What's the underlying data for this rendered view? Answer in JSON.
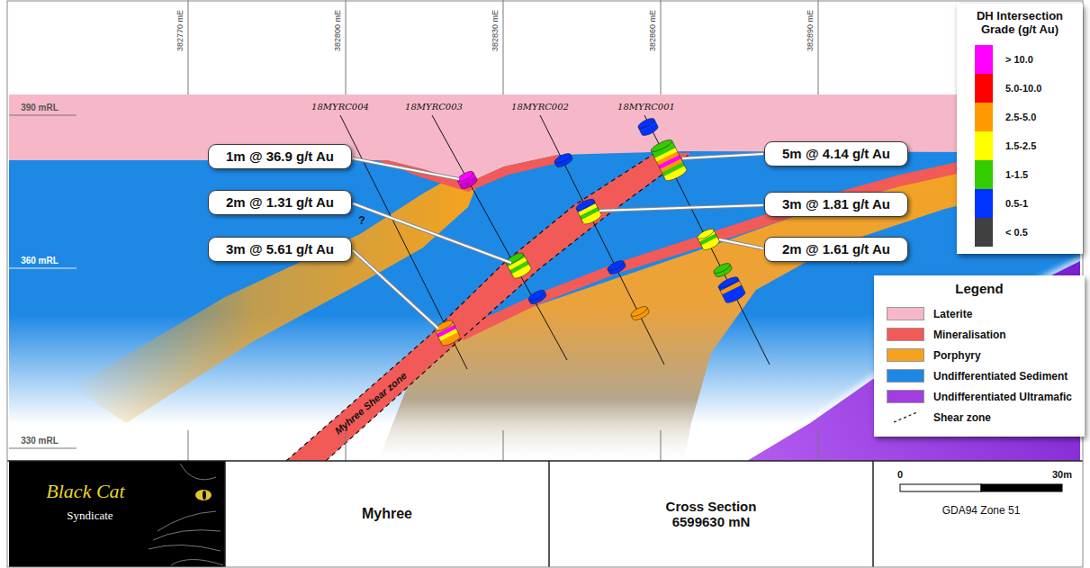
{
  "diagram": {
    "title": "Myhree",
    "nodes": [
      {
        "text": [
          "1m @ 36.9 g/t Au"
        ]
      },
      {
        "text": [
          "5m @ 4.14 g/t Au"
        ]
      },
      {
        "text": [
          "2m @ 1.31 g/t Au"
        ]
      },
      {
        "text": [
          "3m @ 1.81 g/t Au"
        ]
      },
      {
        "text": [
          "3m @ 5.61 g/t Au"
        ]
      },
      {
        "text": [
          "2m @ 1.61 g/t Au"
        ]
      }
    ],
    "labels": [
      "382770 mE",
      "382800 mE",
      "382830 mE",
      "382860 mE",
      "382890 mE",
      "390 mRL",
      "360 mRL",
      "330 mRL",
      "18MYRC004",
      "18MYRC003",
      "18MYRC002",
      "18MYRC001",
      "?",
      "Myhree Shear zone",
      "DH Intersection Grade (g/t Au)",
      "Legend",
      "Black Cat",
      "Syndicate",
      "Cross Section 6599630 mN",
      "0",
      "30m",
      "GDA94 Zone 51"
    ],
    "legend": [
      {
        "text": "> 10.0",
        "color": "#ff00ff"
      },
      {
        "text": "5.0-10.0",
        "color": "#ff0000"
      },
      {
        "text": "2.5-5.0",
        "color": "#ff9900"
      },
      {
        "text": "1.5-2.5",
        "color": "#ffff00"
      },
      {
        "text": "1-1.5",
        "color": "#33cc00"
      },
      {
        "text": "0.5-1",
        "color": "#0033ff"
      },
      {
        "text": "< 0.5",
        "color": "#404040"
      },
      {
        "text": "Laterite",
        "color": "#f6b8c8"
      },
      {
        "text": "Mineralisation",
        "color": "#f25a57"
      },
      {
        "text": "Porphyry",
        "color": "#f5a31e"
      },
      {
        "text": "Undifferentiated Sediment",
        "color": "#1e88e5"
      },
      {
        "text": "Undifferentiated Ultramafic",
        "color": "#a23ee0"
      },
      {
        "text": "Shear zone"
      }
    ]
  }
}
